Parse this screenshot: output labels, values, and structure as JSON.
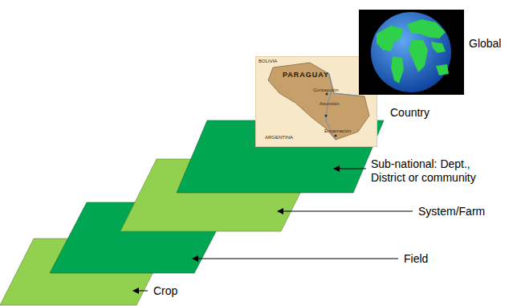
{
  "diagram": {
    "labels": [
      "Global",
      "Country",
      "Sub-national: Dept., District or community",
      "System/Farm",
      "Field",
      "Crop",
      "BOLIVIA",
      "PARAGUAY",
      "Concepción",
      "Asunción",
      "Encarnación",
      "ARGENTINA"
    ]
  }
}
